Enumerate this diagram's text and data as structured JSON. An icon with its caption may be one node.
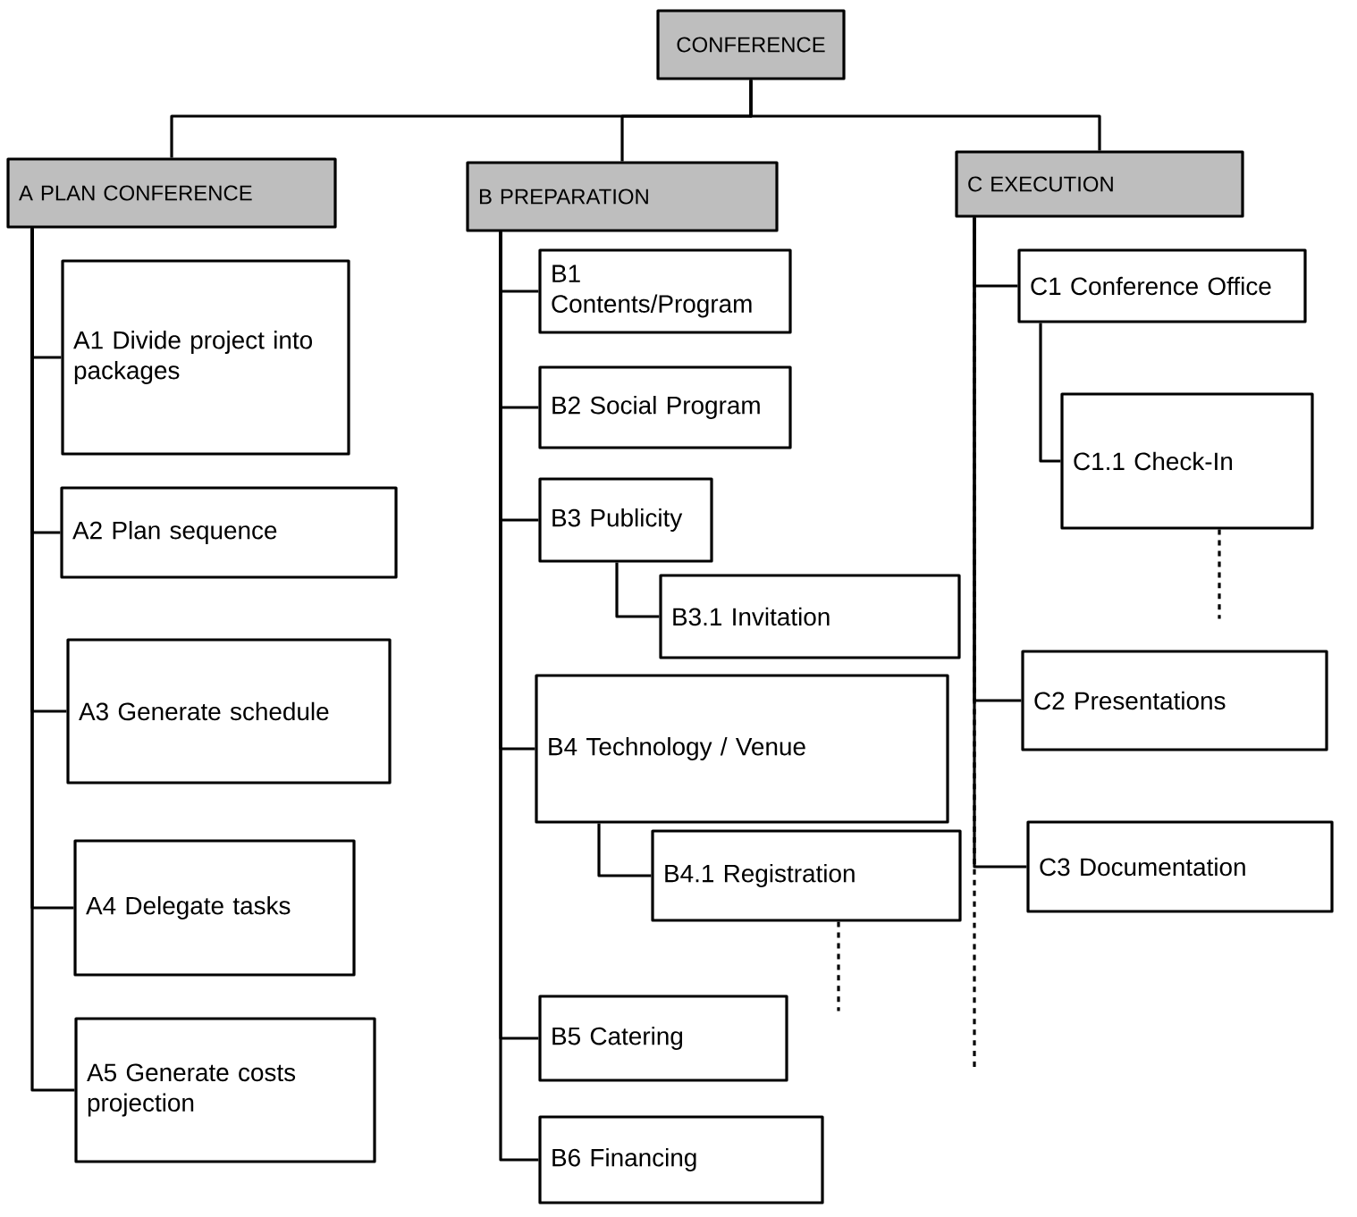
{
  "diagram": {
    "nodes": [
      {
        "text": [
          "CONFERENCE"
        ]
      },
      {
        "text": [
          "A PLAN CONFERENCE"
        ]
      },
      {
        "text": [
          "B PREPARATION"
        ]
      },
      {
        "text": [
          "C EXECUTION"
        ]
      },
      {
        "text": [
          "A1 Divide project into packages"
        ]
      },
      {
        "text": [
          "A2 Plan sequence"
        ]
      },
      {
        "text": [
          "A3 Generate schedule"
        ]
      },
      {
        "text": [
          "A4 Delegate tasks"
        ]
      },
      {
        "text": [
          "A5 Generate costs projection"
        ]
      },
      {
        "text": [
          "B1 Contents/Program"
        ]
      },
      {
        "text": [
          "B2 Social Program"
        ]
      },
      {
        "text": [
          "B3 Publicity"
        ]
      },
      {
        "text": [
          "B3.1 Invitation"
        ]
      },
      {
        "text": [
          "B4 Technology / Venue"
        ]
      },
      {
        "text": [
          "B4.1 Registration"
        ]
      },
      {
        "text": [
          "B5 Catering"
        ]
      },
      {
        "text": [
          "B6 Financing"
        ]
      },
      {
        "text": [
          "C1 Conference Office"
        ]
      },
      {
        "text": [
          "C1.1 Check-In"
        ]
      },
      {
        "text": [
          "C2 Presentations"
        ]
      },
      {
        "text": [
          "C3 Documentation"
        ]
      }
    ],
    "edges": [
      {
        "from": 0,
        "to": 1,
        "arrow": "none"
      },
      {
        "from": 0,
        "to": 2,
        "arrow": "none"
      },
      {
        "from": 0,
        "to": 3,
        "arrow": "none"
      },
      {
        "from": 1,
        "to": 4,
        "arrow": "none"
      },
      {
        "from": 1,
        "to": 5,
        "arrow": "none"
      },
      {
        "from": 1,
        "to": 6,
        "arrow": "none"
      },
      {
        "from": 1,
        "to": 7,
        "arrow": "none"
      },
      {
        "from": 1,
        "to": 8,
        "arrow": "none"
      },
      {
        "from": 2,
        "to": 9,
        "arrow": "none"
      },
      {
        "from": 2,
        "to": 10,
        "arrow": "none"
      },
      {
        "from": 2,
        "to": 11,
        "arrow": "none"
      },
      {
        "from": 11,
        "to": 12,
        "arrow": "none"
      },
      {
        "from": 2,
        "to": 13,
        "arrow": "none"
      },
      {
        "from": 13,
        "to": 14,
        "arrow": "none"
      },
      {
        "from": 14,
        "to": null,
        "arrow": "none",
        "style": "dashed"
      },
      {
        "from": 2,
        "to": 15,
        "arrow": "none"
      },
      {
        "from": 2,
        "to": 16,
        "arrow": "none"
      },
      {
        "from": 3,
        "to": 17,
        "arrow": "none"
      },
      {
        "from": 17,
        "to": 18,
        "arrow": "none"
      },
      {
        "from": 18,
        "to": null,
        "arrow": "none",
        "style": "dashed"
      },
      {
        "from": 3,
        "to": 19,
        "arrow": "none"
      },
      {
        "from": 3,
        "to": 20,
        "arrow": "none"
      },
      {
        "from": 3,
        "to": null,
        "arrow": "none",
        "style": "dashed"
      }
    ]
  }
}
